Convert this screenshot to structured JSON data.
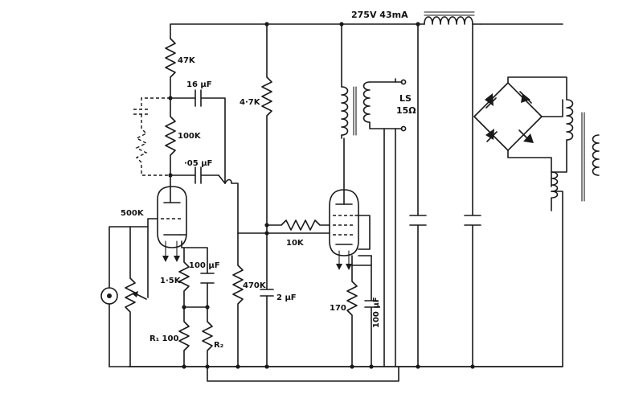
{
  "labels": {
    "supply": "275V  43mA",
    "r_47k": "47K",
    "c_16uf": "16 μF",
    "r_100k": "100K",
    "c_05uf": "·05 μF",
    "r_4_7k": "4·7K",
    "ls": "LS",
    "ls_ohm": "15Ω",
    "pot_500k": "500K",
    "r_10k": "10K",
    "c_100uf_a": "100 μF",
    "r_1_5k": "1·5K",
    "r_470k": "470K",
    "c_2uf": "2 μF",
    "r_170": "170",
    "c_100uf_b": "100 μF",
    "r1_100": "R₁ 100",
    "r2": "R₂"
  }
}
